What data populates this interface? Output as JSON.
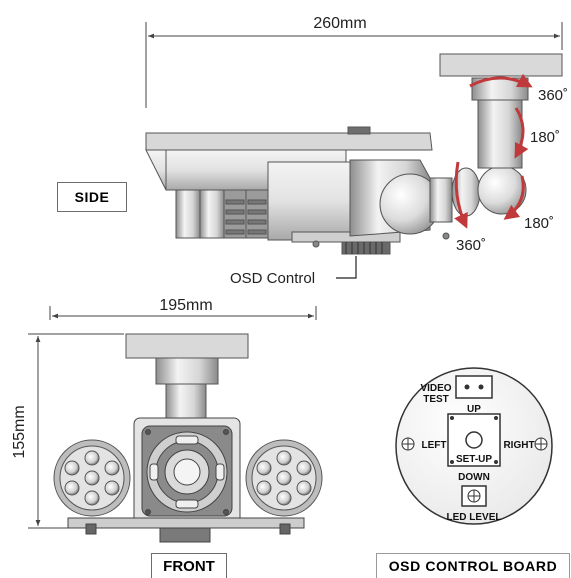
{
  "dimensions": {
    "side_length": "260mm",
    "front_width": "195mm",
    "front_height": "155mm"
  },
  "rotation_labels": {
    "top_pan": "360˚",
    "top_tilt": "180˚",
    "bottom_tilt": "180˚",
    "bottom_pan": "360˚"
  },
  "callouts": {
    "osd_control": "OSD Control"
  },
  "views": {
    "side": "SIDE",
    "front": "FRONT",
    "osd_board": "OSD CONTROL BOARD"
  },
  "osd_board": {
    "video_test": [
      "VIDEO",
      "TEST"
    ],
    "up": "UP",
    "left": "LEFT",
    "right": "RIGHT",
    "set_up": "SET-UP",
    "down": "DOWN",
    "led_level": "LED LEVEL"
  },
  "colors": {
    "line": "#5a5a5a",
    "body_light": "#e6e6e6",
    "body_mid": "#c9c9c9",
    "body_dark": "#8f8f8f",
    "rotation_arrow": "#c0393b"
  }
}
